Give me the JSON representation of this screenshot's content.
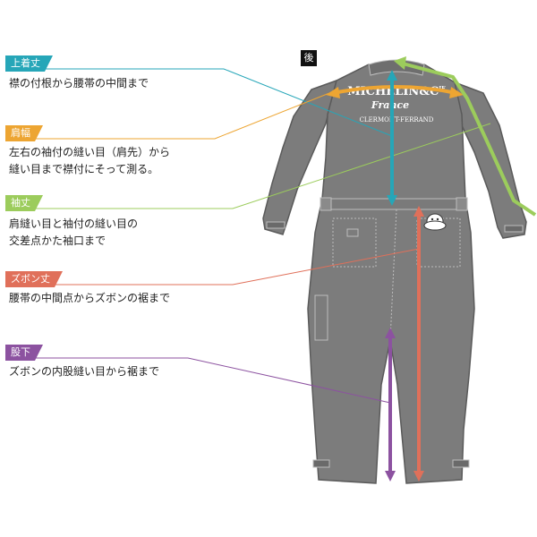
{
  "view_label": "後",
  "garment_print": {
    "line1": "MICHELIN&C",
    "line1_sup": "IE",
    "line2": "France",
    "line3": "CLERMONT-FERRAND"
  },
  "measurements": [
    {
      "key": "jacket_length",
      "label": "上着丈",
      "description": [
        "襟の付根から腰帯の中間まで"
      ],
      "color": "#26a6b8"
    },
    {
      "key": "shoulder_width",
      "label": "肩幅",
      "description": [
        "左右の袖付の縫い目（肩先）から",
        "縫い目まで襟付にそって測る。"
      ],
      "color": "#eda532"
    },
    {
      "key": "sleeve_length",
      "label": "袖丈",
      "description": [
        "肩縫い目と袖付の縫い目の",
        "交差点かた袖口まで"
      ],
      "color": "#9ccc5c"
    },
    {
      "key": "trouser_length",
      "label": "ズボン丈",
      "description": [
        "腰帯の中間点からズボンの裾まで"
      ],
      "color": "#e0705a"
    },
    {
      "key": "inseam",
      "label": "股下",
      "description": [
        "ズボンの内股縫い目から裾まで"
      ],
      "color": "#8c52a0"
    }
  ],
  "colors": {
    "garment_fill": "#7c7c7c",
    "garment_stroke": "#5a5a5a",
    "seam": "#bdbdbd"
  }
}
